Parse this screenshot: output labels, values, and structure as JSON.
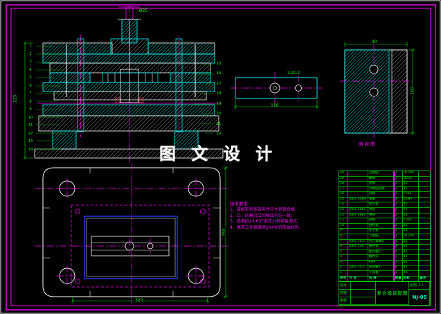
{
  "colors": {
    "border": "#ff00ff",
    "hatch_cyan": "#00cccc",
    "outline_white": "#ffffff",
    "dims_green": "#00ff00",
    "inner_blue": "#2233dd",
    "accent_red": "#ff3333"
  },
  "watermark": "图 文 设 计",
  "notes": {
    "title": "技术要求:",
    "lines": [
      "1、装配前检查各零件尺寸是否合格；",
      "2、凸、凹模刃口间隙应均匀一致；",
      "3、选用JB23-63T型压力机安装调试；",
      "4、模具工作表面涂204号防锈油封存。"
    ]
  },
  "section_view": {
    "balloons_left": [
      "1",
      "2",
      "3",
      "4",
      "5",
      "6",
      "7",
      "8",
      "9",
      "10",
      "11",
      "12",
      "13",
      "14"
    ],
    "balloons_right": [
      "15",
      "16",
      "17",
      "18",
      "19",
      "20",
      "21",
      "22"
    ],
    "dim_left": "225",
    "dim_top": "Ø25"
  },
  "plate_view": {
    "dim_width": "118",
    "dim_holes": "2-Ø12"
  },
  "side_view": {
    "label": "侧视图",
    "dim_height": "160",
    "dim_top": "90"
  },
  "plan_view": {
    "dim_right": "355",
    "dim_bottom": "320"
  },
  "bom": {
    "headers": [
      "序号",
      "代 号",
      "名 称",
      "数量",
      "材料",
      "备注"
    ],
    "rows": [
      [
        "20",
        "",
        "上模座",
        "1",
        "HT200",
        ""
      ],
      [
        "19",
        "",
        "模柄",
        "1",
        "Q235",
        ""
      ],
      [
        "18",
        "",
        "垫板",
        "1",
        "45",
        ""
      ],
      [
        "17",
        "",
        "凸模固定板",
        "1",
        "45",
        ""
      ],
      [
        "16",
        "",
        "凸模",
        "1",
        "T10A",
        ""
      ],
      [
        "15",
        "GB/T 2089",
        "弹簧",
        "4",
        "65Mn",
        ""
      ],
      [
        "14",
        "",
        "卸料板",
        "1",
        "45",
        ""
      ],
      [
        "13",
        "GB/T 2861",
        "导套",
        "2",
        "20",
        ""
      ],
      [
        "12",
        "GB/T 2861",
        "导柱",
        "2",
        "20",
        ""
      ],
      [
        "11",
        "",
        "凹模",
        "1",
        "T10A",
        ""
      ],
      [
        "10",
        "",
        "挡料销",
        "2",
        "45",
        ""
      ],
      [
        "9",
        "",
        "定位板",
        "1",
        "45",
        ""
      ],
      [
        "8",
        "",
        "下模座",
        "1",
        "HT200",
        ""
      ],
      [
        "7",
        "GB/T 70.1",
        "内六角螺钉",
        "4",
        "45",
        ""
      ],
      [
        "6",
        "GB/T 119",
        "圆柱销",
        "4",
        "35",
        ""
      ],
      [
        "5",
        "",
        "卸料螺钉",
        "4",
        "45",
        ""
      ],
      [
        "4",
        "",
        "推件块",
        "1",
        "45",
        ""
      ],
      [
        "3",
        "",
        "打杆",
        "1",
        "45",
        ""
      ],
      [
        "2",
        "GB/T 70.1",
        "紧固螺钉",
        "6",
        "45",
        ""
      ],
      [
        "1",
        "",
        "下垫板",
        "1",
        "45",
        ""
      ]
    ]
  },
  "title_block": {
    "fields": [
      {
        "label": "设计"
      },
      {
        "label": "校核"
      },
      {
        "label": "审核"
      }
    ],
    "title": "复合模装配图",
    "scale_label": "比例 1:1",
    "number": "NJ-05"
  }
}
